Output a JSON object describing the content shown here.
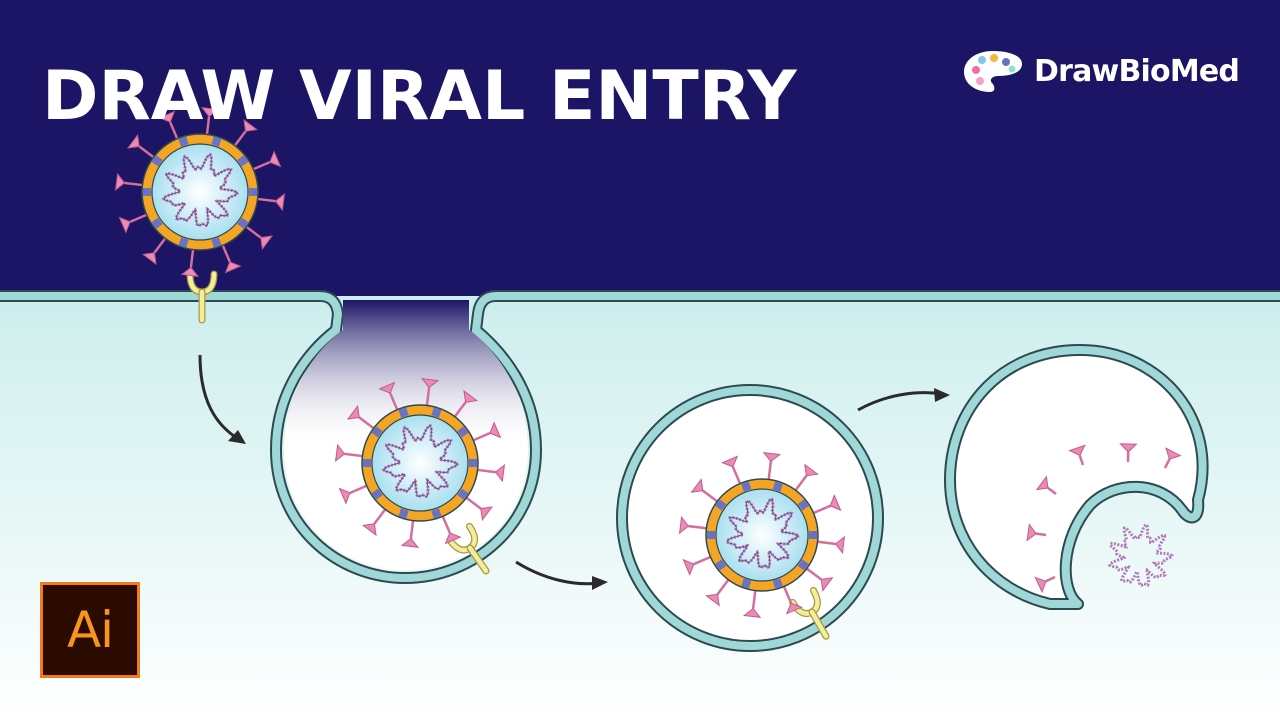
{
  "title": "DRAW VIRAL ENTRY",
  "brand": {
    "name": "DrawBioMed",
    "icon": "palette-icon"
  },
  "app_logo": {
    "text": "Ai",
    "icon": "illustrator-logo"
  },
  "colors": {
    "header_bg": "#1c1566",
    "cytoplasm": "#cdeeed",
    "membrane": "#9fd8d6",
    "outline": "#2d4a52",
    "envelope": "#f5a524",
    "spike": "#e98bb5",
    "membrane_protein": "#6a72c4",
    "rna": "#b07ab8",
    "receptor": "#f3eda0",
    "arrow": "#2a2a2a",
    "accent": "#f07c1c"
  }
}
